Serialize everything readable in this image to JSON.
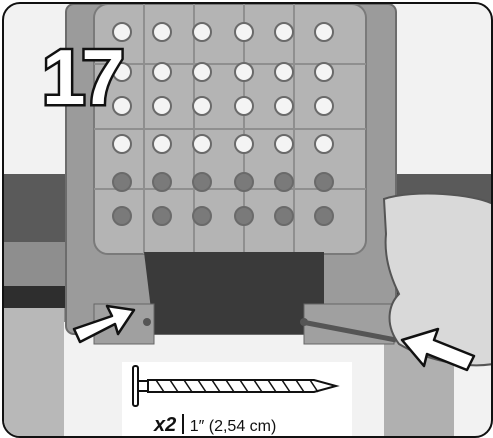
{
  "step": {
    "number": "17"
  },
  "hardware": {
    "quantity": "x2",
    "size": "1″ (2,54 cm)",
    "part_icon": "screw-icon"
  },
  "arrows": [
    {
      "name": "left-arrow-icon",
      "direction": "up-right"
    },
    {
      "name": "right-arrow-icon",
      "direction": "up-left"
    }
  ],
  "colors": {
    "plastic": "#a9a9a9",
    "plastic_dark": "#7d7d7d",
    "shadow": "#3a3a3a",
    "outline": "#111111",
    "arrow_fill": "#ffffff"
  }
}
